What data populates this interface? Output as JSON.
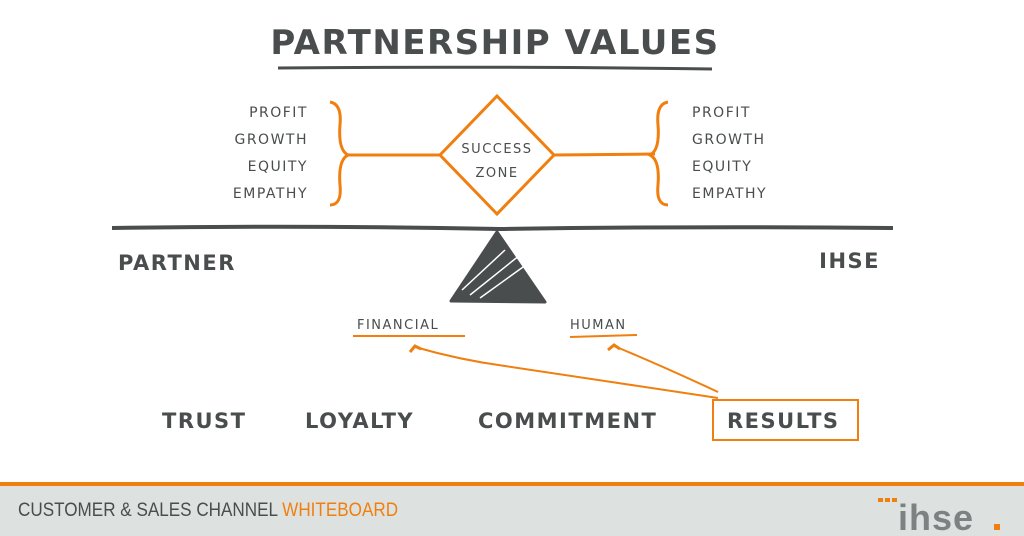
{
  "title": "PARTNERSHIP VALUES",
  "left_values": [
    "PROFIT",
    "GROWTH",
    "EQUITY",
    "EMPATHY"
  ],
  "right_values": [
    "PROFIT",
    "GROWTH",
    "EQUITY",
    "EMPATHY"
  ],
  "success_zone": [
    "SUCCESS",
    "ZONE"
  ],
  "left_party": "PARTNER",
  "right_party": "IHSE",
  "fulcrum_labels": {
    "financial": "FINANCIAL",
    "human": "HUMAN"
  },
  "pillars": [
    "TRUST",
    "LOYALTY",
    "COMMITMENT",
    "RESULTS"
  ],
  "footer": {
    "text": "CUSTOMER & SALES CHANNEL",
    "accent": "WHITEBOARD",
    "logo": "ihse."
  },
  "colors": {
    "accent": "#f07f0f",
    "ink": "#4a4d4d",
    "footer_bg": "#dde2e1"
  }
}
